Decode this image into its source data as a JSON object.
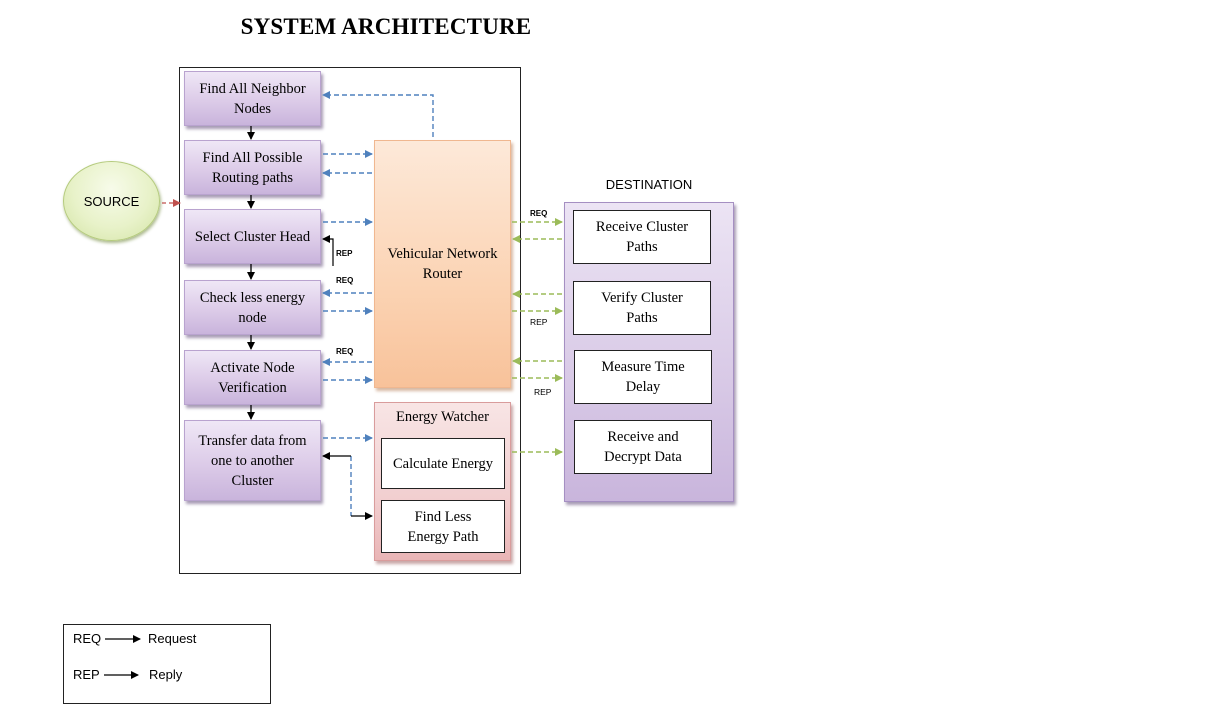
{
  "title": "SYSTEM ARCHITECTURE",
  "source": "SOURCE",
  "steps": [
    "Find All Neighbor Nodes",
    "Find All Possible Routing paths",
    "Select Cluster Head",
    "Check less energy node",
    "Activate Node Verification",
    "Transfer data from one to another Cluster"
  ],
  "router": "Vehicular Network Router",
  "energy_watcher": {
    "title": "Energy Watcher",
    "items": [
      "Calculate Energy",
      "Find Less Energy Path"
    ]
  },
  "destination": {
    "label": "DESTINATION",
    "items": [
      "Receive Cluster Paths",
      "Verify Cluster Paths",
      "Measure Time Delay",
      "Receive and Decrypt Data"
    ]
  },
  "tags": {
    "req": "REQ",
    "rep": "REP"
  },
  "legend": [
    {
      "abbr": "REQ",
      "meaning": "Request"
    },
    {
      "abbr": "REP",
      "meaning": "Reply"
    }
  ],
  "colors": {
    "step_fill": "#dccbe8",
    "router_fill": "#fbd3b3",
    "energy_fill": "#f2cfd0",
    "source_fill": "#e8f2c9",
    "destination_fill": "#d8c9e6",
    "blue_link": "#4f81bd",
    "green_link": "#9bbb59",
    "red_link": "#c0504d"
  }
}
